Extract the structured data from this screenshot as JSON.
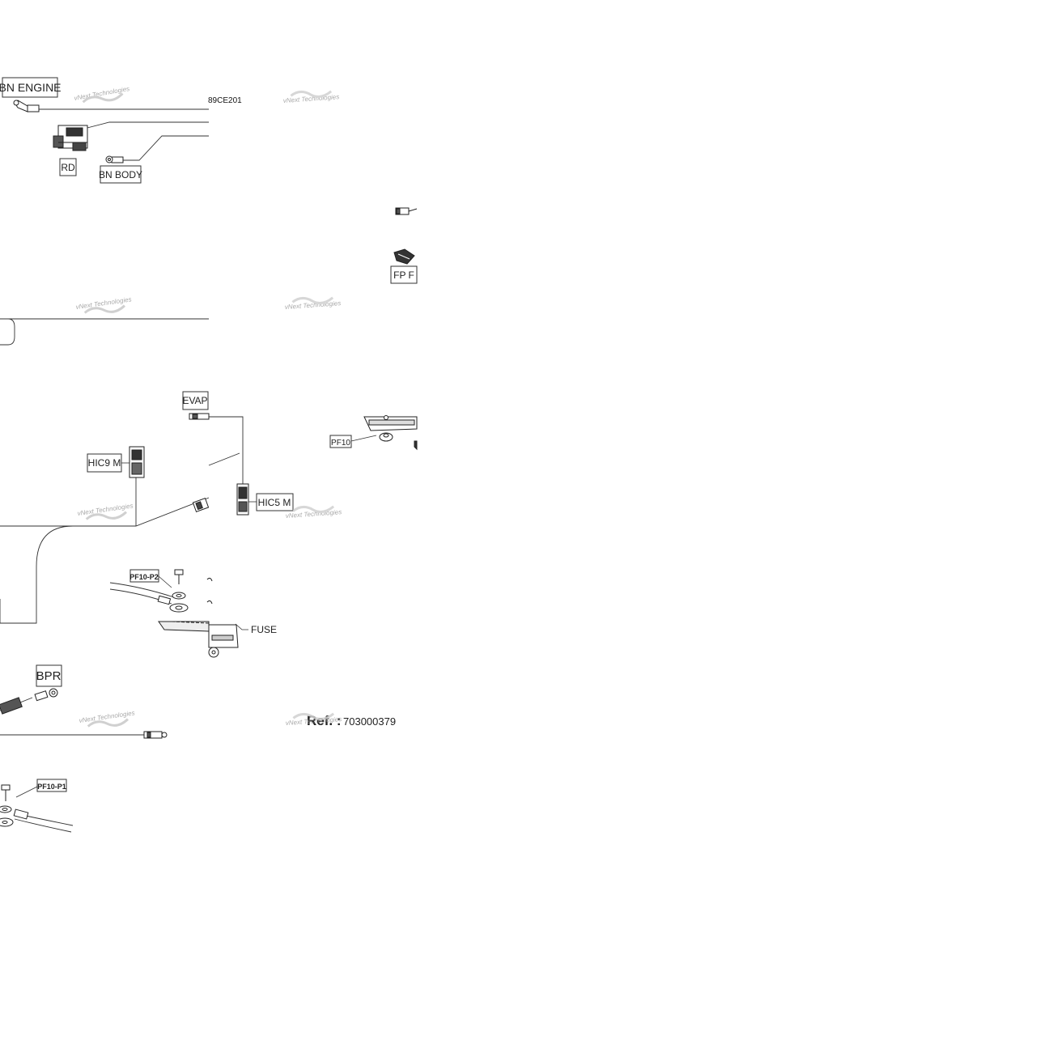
{
  "diagram": {
    "drawing_code": "89CE201",
    "reference": {
      "label": "Ref. :",
      "number": "703000379"
    },
    "watermark": "vNext Technologies",
    "labels": {
      "bn_engine": "BN  ENGINE",
      "rd": "RD",
      "bn_body": "BN  BODY",
      "fp_f": "FP  F",
      "evap": "EVAP",
      "hic9_m": "HIC9  M",
      "hic5_m": "HIC5  M",
      "pf10": "PF10",
      "pf10_p2": "PF10-P2",
      "fuse": "FUSE",
      "bpr": "BPR",
      "pf10_p1": "PF10-P1"
    }
  }
}
